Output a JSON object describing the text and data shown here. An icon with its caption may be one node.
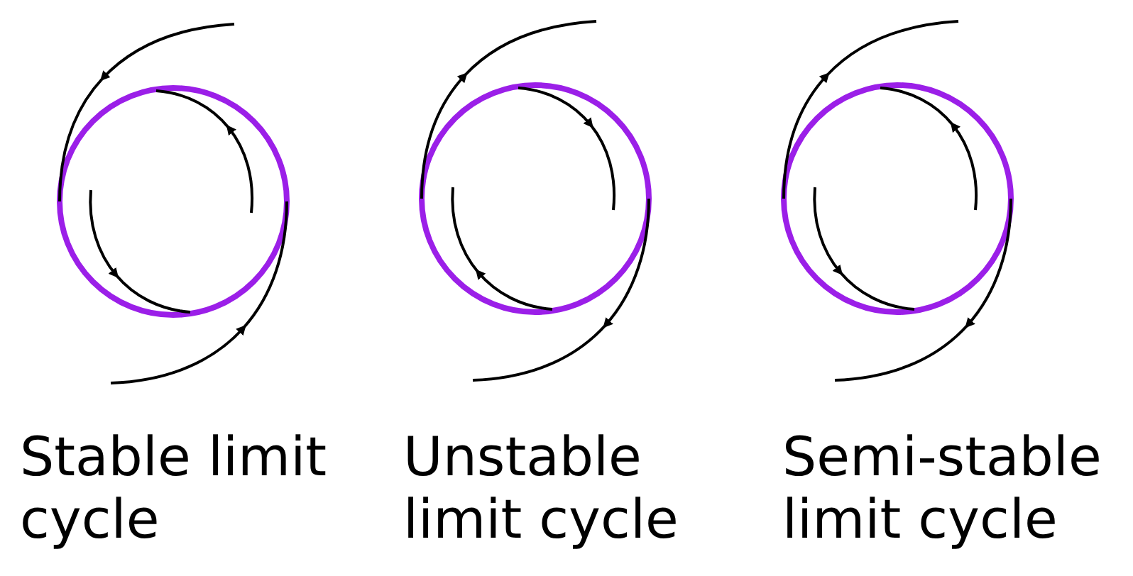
{
  "diagram": {
    "labels": [
      "Stable limit cycle",
      "Unstable limit cycle",
      "Semi-stable limit cycle"
    ]
  }
}
